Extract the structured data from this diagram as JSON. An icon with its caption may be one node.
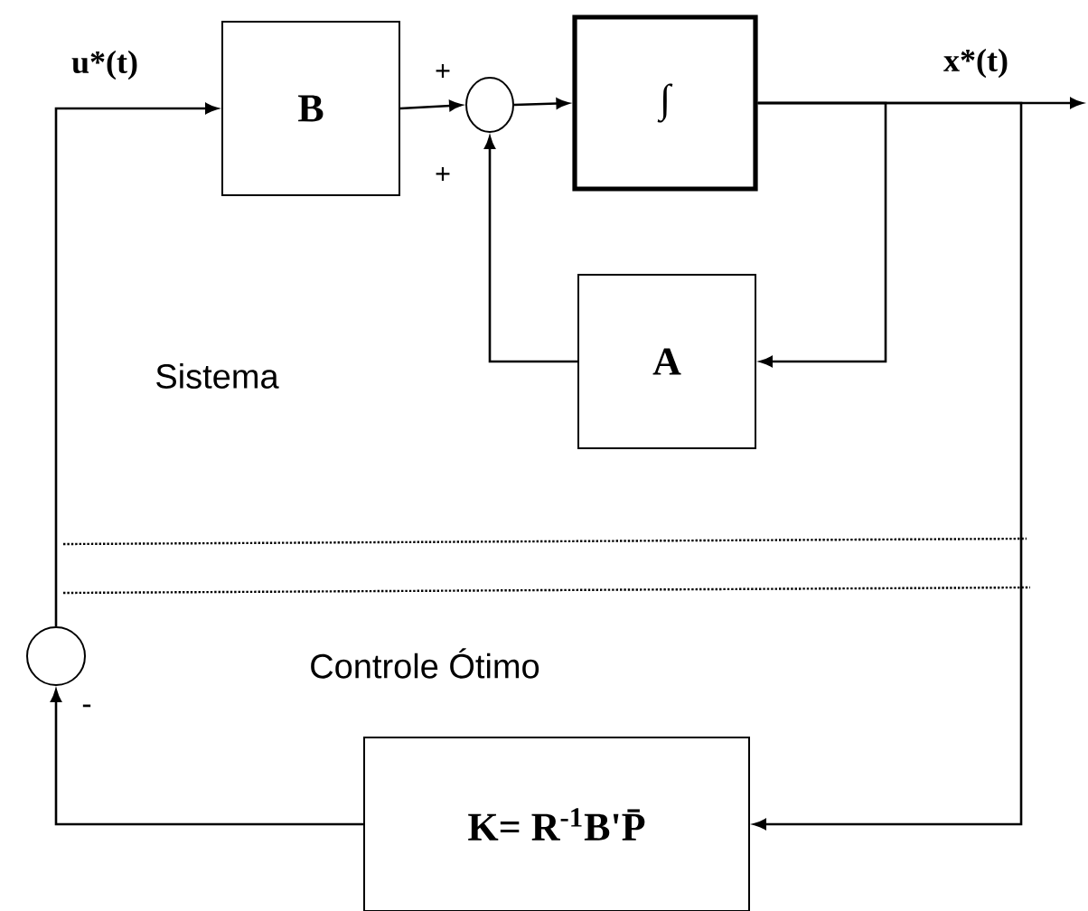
{
  "diagram": {
    "nodes": [
      {
        "text": [
          "B"
        ]
      },
      {
        "text": [],
        "shape": "circle"
      },
      {
        "text": [
          "∫"
        ]
      },
      {
        "text": [
          "A"
        ]
      },
      {
        "text": [],
        "shape": "circle"
      },
      {
        "text": [
          "K=  R$^{-1}$B'P̄"
        ]
      }
    ],
    "edges": [
      {
        "from": 4,
        "to": 0,
        "arrow": "to",
        "label": "u*(t)"
      },
      {
        "from": 0,
        "to": 1,
        "arrow": "to"
      },
      {
        "from": 1,
        "to": 2,
        "arrow": "to"
      },
      {
        "from": 2,
        "to": null,
        "arrow": "to",
        "label": "x*(t)"
      },
      {
        "from": 2,
        "to": 3,
        "arrow": "to"
      },
      {
        "from": 3,
        "to": 1,
        "arrow": "to"
      },
      {
        "from": 2,
        "to": 5,
        "arrow": "to"
      },
      {
        "from": 5,
        "to": 4,
        "arrow": "to"
      }
    ],
    "labels": [
      "+",
      "+",
      "Sistema",
      "-",
      "Controle Ótimo"
    ]
  }
}
